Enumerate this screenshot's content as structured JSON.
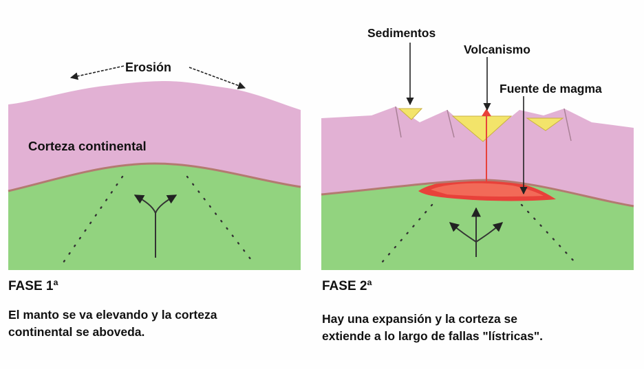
{
  "colors": {
    "crust": "#e2b1d4",
    "mantle": "#92d37f",
    "boundary": "#b37a70",
    "sediment": "#f3e46a",
    "magma": "#e8413a",
    "ink": "#222222"
  },
  "phase1": {
    "title": "FASE 1ª",
    "caption_line1": "El manto se va elevando y la corteza",
    "caption_line2": "continental se aboveda.",
    "labels": {
      "erosion": "Erosión",
      "crust": "Corteza continental"
    }
  },
  "phase2": {
    "title": "FASE 2ª",
    "caption_line1": "Hay una expansión y la corteza se",
    "caption_line2": "extiende a lo largo de fallas \"lístricas\".",
    "labels": {
      "sediments": "Sedimentos",
      "volcanism": "Volcanismo",
      "magma_source": "Fuente de magma"
    }
  }
}
